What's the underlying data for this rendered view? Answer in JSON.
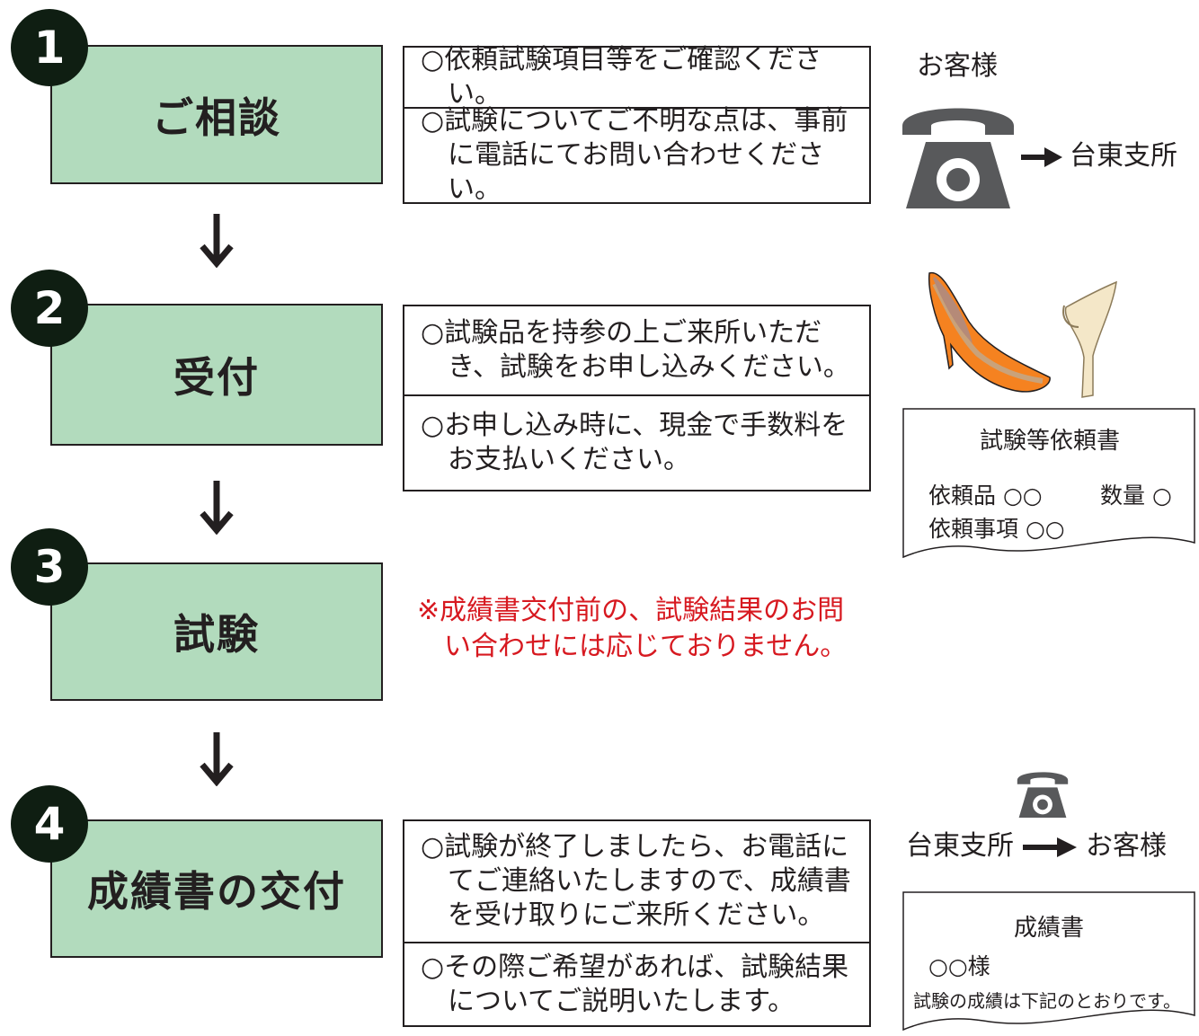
{
  "steps": [
    {
      "number": "1",
      "title": "ご相談",
      "notes": [
        "○依頼試験項目等をご確認ください。",
        "○試験についてご不明な点は、事前に電話にてお問い合わせください。"
      ]
    },
    {
      "number": "2",
      "title": "受付",
      "notes": [
        "○試験品を持参の上ご来所いただき、試験をお申し込みください。",
        "○お申し込み時に、現金で手数料をお支払いください。"
      ]
    },
    {
      "number": "3",
      "title": "試験",
      "warning": "※成績書交付前の、試験結果のお問い合わせには応じておりません。"
    },
    {
      "number": "4",
      "title": "成績書の交付",
      "notes": [
        "○試験が終了しましたら、お電話にてご連絡いたしますので、成績書を受け取りにご来所ください。",
        "○その際ご希望があれば、試験結果についてご説明いたします。"
      ]
    }
  ],
  "call_in": {
    "from": "お客様",
    "to": "台東支所",
    "icon": "telephone-icon"
  },
  "request_form": {
    "title": "試験等依頼書",
    "item_label": "依頼品 ○○",
    "quantity_label": "数量 ○",
    "matter_label": "依頼事項 ○○",
    "sample_icons": [
      "high-heel-shoe-icon",
      "heel-part-icon"
    ]
  },
  "call_out": {
    "from": "台東支所",
    "to": "お客様",
    "icon": "telephone-icon"
  },
  "report": {
    "title": "成績書",
    "addressee": "○○様",
    "body": "試験の成績は下記のとおりです。"
  },
  "colors": {
    "step_fill": "#b2dbbd",
    "number_badge": "#0f1e12",
    "warning": "#d71920",
    "phone": "#58595b"
  }
}
